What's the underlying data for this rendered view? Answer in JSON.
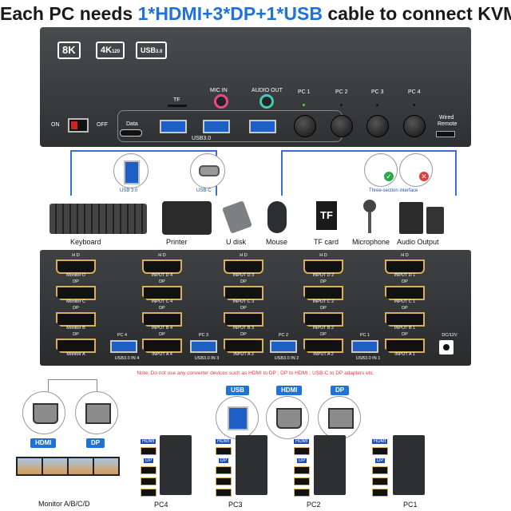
{
  "title": {
    "prefix": "Each PC needs ",
    "highlight": "1*HDMI+3*DP+1*USB",
    "suffix": " cable to connect KVM"
  },
  "front_panel": {
    "badges": [
      "8K",
      "4K",
      "USB"
    ],
    "badge_sub": [
      "",
      "120",
      "3.0"
    ],
    "switch": {
      "on": "ON",
      "off": "OFF"
    },
    "tf": "TF",
    "mic_in": "MIC IN",
    "audio_out": "AUDIO OUT",
    "data": "Data",
    "usb30": "USB3.0",
    "pc_labels": [
      "PC 1",
      "PC 2",
      "PC 3",
      "PC 4"
    ],
    "wired_remote": [
      "Wired",
      "Remote"
    ]
  },
  "cables": {
    "usb30": "USB 3.0",
    "usbc": "USB-C",
    "three_section": "Three-section interface"
  },
  "peripherals": [
    "Keyboard",
    "Printer",
    "U disk",
    "Mouse",
    "TF card",
    "Microphone",
    "Audio Output"
  ],
  "sd_label": "TF",
  "back_panel": {
    "groups": [
      {
        "name": "monitor",
        "hd": "H D",
        "labels": [
          "Monitor D",
          "Monitor C",
          "Monitor B",
          "Monitor A"
        ],
        "dp": [
          "DP",
          "DP",
          "DP"
        ]
      },
      {
        "name": "pc4",
        "hd": "H D",
        "labels": [
          "INPUT D 4",
          "INPUT C 4",
          "INPUT B 4",
          "INPUT A 4"
        ],
        "dp": [
          "DP",
          "DP",
          "DP"
        ],
        "pc": "PC 4",
        "usb": "USB3.0 IN 4"
      },
      {
        "name": "pc3",
        "hd": "H D",
        "labels": [
          "INPUT D 3",
          "INPUT C 3",
          "INPUT B 3",
          "INPUT A 3"
        ],
        "dp": [
          "DP",
          "DP",
          "DP"
        ],
        "pc": "PC 3",
        "usb": "USB3.0 IN 3"
      },
      {
        "name": "pc2",
        "hd": "H D",
        "labels": [
          "INPUT D 2",
          "INPUT C 2",
          "INPUT B 2",
          "INPUT A 2"
        ],
        "dp": [
          "DP",
          "DP",
          "DP"
        ],
        "pc": "PC 2",
        "usb": "USB3.0 IN 2"
      },
      {
        "name": "pc1",
        "hd": "H D",
        "labels": [
          "INPUT D 1",
          "INPUT C 1",
          "INPUT B 1",
          "INPUT A 1"
        ],
        "dp": [
          "DP",
          "DP",
          "DP"
        ],
        "pc": "PC 1",
        "usb": "USB3.0 IN 1"
      }
    ],
    "dc": "DC/12V"
  },
  "note": "Note: Do not use any converter devices such as HDMI to DP ; DP to HDMI ; USB-C to DP adapters etc.",
  "connectors_left": [
    "HDMI",
    "DP"
  ],
  "connectors_right": [
    "USB",
    "HDMI",
    "DP"
  ],
  "monitor_label": "Monitor A/B/C/D",
  "pc_names": [
    "PC4",
    "PC3",
    "PC2",
    "PC1"
  ],
  "pc_port_hdmi": "HDMI",
  "pc_port_dp": "DP",
  "colors": {
    "accent": "#1f72d8",
    "gold": "#d7b15a",
    "note": "#e23b3b"
  }
}
